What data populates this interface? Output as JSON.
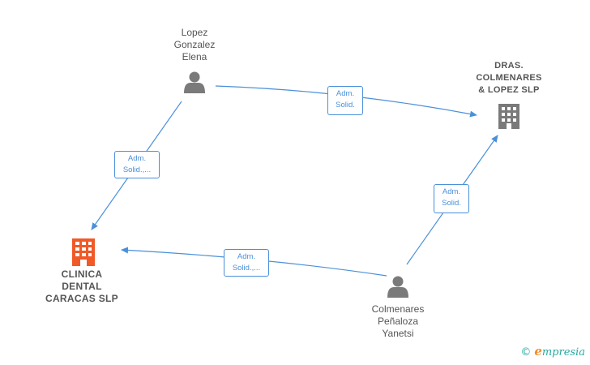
{
  "nodes": {
    "lopez": {
      "label": "Lopez\nGonzalez\nElena",
      "icon": "person-icon"
    },
    "dras": {
      "label": "DRAS.\nCOLMENARES\n& LOPEZ  SLP",
      "icon": "building-icon"
    },
    "clinica": {
      "label": "CLINICA\nDENTAL\nCARACAS  SLP",
      "icon": "building-icon",
      "color": "#f05a28"
    },
    "colmenares": {
      "label": "Colmenares\nPeñaloza\nYanetsi",
      "icon": "person-icon"
    }
  },
  "edges": {
    "lopez_to_dras": "Adm.\nSolid.",
    "lopez_to_clinica": "Adm.\nSolid.,...",
    "colmenares_to_dras": "Adm.\nSolid.",
    "colmenares_to_clinica": "Adm.\nSolid.,..."
  },
  "colors": {
    "edge": "#4a90d9",
    "icon_gray": "#7a7a7a",
    "focus": "#f05a28"
  },
  "footer": {
    "copyright": "©",
    "brand_initial": "e",
    "brand_rest": "mpresia"
  }
}
